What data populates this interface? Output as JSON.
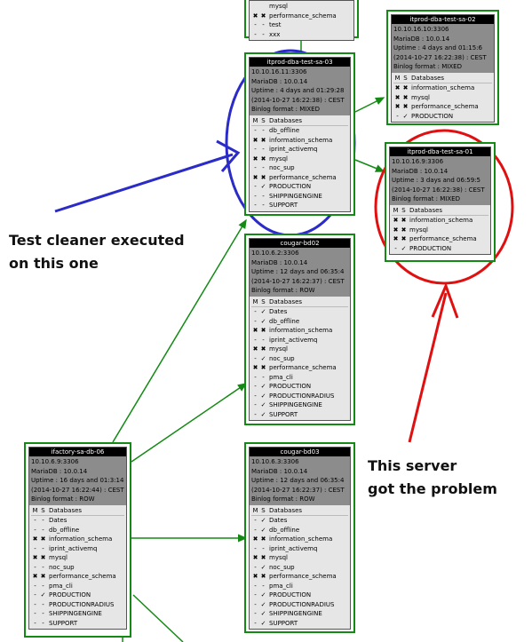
{
  "annotations": {
    "left_line1": "Test cleaner executed",
    "left_line2": "on this one",
    "right_line1": "This server",
    "right_line2": "got the problem"
  },
  "colors": {
    "edge": "#138a13",
    "blue_mark": "#2b2bc8",
    "red_mark": "#e01010"
  },
  "columns": {
    "m": "M",
    "s": "S",
    "db": "Databases"
  },
  "nodes": {
    "top_partial": {
      "rows": [
        {
          "m": "",
          "s": "",
          "db": "mysql"
        },
        {
          "m": "✖",
          "s": "✖",
          "db": "performance_schema"
        },
        {
          "m": "-",
          "s": "-",
          "db": "test"
        },
        {
          "m": "-",
          "s": "-",
          "db": "xxx"
        }
      ]
    },
    "sa03": {
      "title": "itprod-dba-test-sa-03",
      "info": [
        "10.10.16.11:3306",
        "MariaDB : 10.0.14",
        "Uptime : 4 days and 01:29:28",
        "(2014-10-27 16:22:38) : CEST",
        "Binlog format : MIXED"
      ],
      "rows": [
        {
          "m": "-",
          "s": "-",
          "db": "db_offline"
        },
        {
          "m": "✖",
          "s": "✖",
          "db": "information_schema"
        },
        {
          "m": "-",
          "s": "-",
          "db": "iprint_activemq"
        },
        {
          "m": "✖",
          "s": "✖",
          "db": "mysql"
        },
        {
          "m": "-",
          "s": "-",
          "db": "noc_sup"
        },
        {
          "m": "✖",
          "s": "✖",
          "db": "performance_schema"
        },
        {
          "m": "-",
          "s": "✓",
          "db": "PRODUCTION"
        },
        {
          "m": "-",
          "s": "-",
          "db": "SHIPPINGENGINE"
        },
        {
          "m": "-",
          "s": "-",
          "db": "SUPPORT"
        }
      ]
    },
    "sa02": {
      "title": "itprod-dba-test-sa-02",
      "info": [
        "10.10.16.10:3306",
        "MariaDB : 10.0.14",
        "Uptime : 4 days and 01:15:6",
        "(2014-10-27 16:22:38) : CEST",
        "Binlog format : MIXED"
      ],
      "rows": [
        {
          "m": "✖",
          "s": "✖",
          "db": "information_schema"
        },
        {
          "m": "✖",
          "s": "✖",
          "db": "mysql"
        },
        {
          "m": "✖",
          "s": "✖",
          "db": "performance_schema"
        },
        {
          "m": "-",
          "s": "✓",
          "db": "PRODUCTION"
        }
      ]
    },
    "sa01": {
      "title": "itprod-dba-test-sa-01",
      "info": [
        "10.10.16.9:3306",
        "MariaDB : 10.0.14",
        "Uptime : 3 days and 06:59:5",
        "(2014-10-27 16:22:38) : CEST",
        "Binlog format : MIXED"
      ],
      "rows": [
        {
          "m": "✖",
          "s": "✖",
          "db": "information_schema"
        },
        {
          "m": "✖",
          "s": "✖",
          "db": "mysql"
        },
        {
          "m": "✖",
          "s": "✖",
          "db": "performance_schema"
        },
        {
          "m": "-",
          "s": "✓",
          "db": "PRODUCTION"
        }
      ]
    },
    "bd02": {
      "title": "cougar-bd02",
      "info": [
        "10.10.6.2:3306",
        "MariaDB : 10.0.14",
        "Uptime : 12 days and 06:35:4",
        "(2014-10-27 16:22:37) : CEST",
        "Binlog format : ROW"
      ],
      "rows": [
        {
          "m": "-",
          "s": "✓",
          "db": "Dates"
        },
        {
          "m": "-",
          "s": "✓",
          "db": "db_offline"
        },
        {
          "m": "✖",
          "s": "✖",
          "db": "information_schema"
        },
        {
          "m": "-",
          "s": "-",
          "db": "iprint_activemq"
        },
        {
          "m": "✖",
          "s": "✖",
          "db": "mysql"
        },
        {
          "m": "-",
          "s": "✓",
          "db": "noc_sup"
        },
        {
          "m": "✖",
          "s": "✖",
          "db": "performance_schema"
        },
        {
          "m": "-",
          "s": "-",
          "db": "pma_cli"
        },
        {
          "m": "-",
          "s": "✓",
          "db": "PRODUCTION"
        },
        {
          "m": "-",
          "s": "✓",
          "db": "PRODUCTIONRADIUS"
        },
        {
          "m": "-",
          "s": "✓",
          "db": "SHIPPINGENGINE"
        },
        {
          "m": "-",
          "s": "✓",
          "db": "SUPPORT"
        }
      ]
    },
    "db06": {
      "title": "ifactory-sa-db-06",
      "info": [
        "10.10.6.9:3306",
        "MariaDB : 10.0.14",
        "Uptime : 16 days and 01:3:14",
        "(2014-10-27 16:22:44) : CEST",
        "Binlog format : ROW"
      ],
      "rows": [
        {
          "m": "-",
          "s": "-",
          "db": "Dates"
        },
        {
          "m": "-",
          "s": "-",
          "db": "db_offline"
        },
        {
          "m": "✖",
          "s": "✖",
          "db": "information_schema"
        },
        {
          "m": "-",
          "s": "-",
          "db": "iprint_activemq"
        },
        {
          "m": "✖",
          "s": "✖",
          "db": "mysql"
        },
        {
          "m": "-",
          "s": "-",
          "db": "noc_sup"
        },
        {
          "m": "✖",
          "s": "✖",
          "db": "performance_schema"
        },
        {
          "m": "-",
          "s": "-",
          "db": "pma_cli"
        },
        {
          "m": "-",
          "s": "✓",
          "db": "PRODUCTION"
        },
        {
          "m": "-",
          "s": "-",
          "db": "PRODUCTIONRADIUS"
        },
        {
          "m": "-",
          "s": "-",
          "db": "SHIPPINGENGINE"
        },
        {
          "m": "-",
          "s": "-",
          "db": "SUPPORT"
        }
      ]
    },
    "bd03": {
      "title": "cougar-bd03",
      "info": [
        "10.10.6.3:3306",
        "MariaDB : 10.0.14",
        "Uptime : 12 days and 06:35:4",
        "(2014-10-27 16:22:37) : CEST",
        "Binlog format : ROW"
      ],
      "rows": [
        {
          "m": "-",
          "s": "✓",
          "db": "Dates"
        },
        {
          "m": "-",
          "s": "✓",
          "db": "db_offline"
        },
        {
          "m": "✖",
          "s": "✖",
          "db": "information_schema"
        },
        {
          "m": "-",
          "s": "-",
          "db": "iprint_activemq"
        },
        {
          "m": "✖",
          "s": "✖",
          "db": "mysql"
        },
        {
          "m": "-",
          "s": "✓",
          "db": "noc_sup"
        },
        {
          "m": "✖",
          "s": "✖",
          "db": "performance_schema"
        },
        {
          "m": "-",
          "s": "-",
          "db": "pma_cli"
        },
        {
          "m": "-",
          "s": "✓",
          "db": "PRODUCTION"
        },
        {
          "m": "-",
          "s": "✓",
          "db": "PRODUCTIONRADIUS"
        },
        {
          "m": "-",
          "s": "✓",
          "db": "SHIPPINGENGINE"
        },
        {
          "m": "-",
          "s": "✓",
          "db": "SUPPORT"
        }
      ]
    }
  }
}
